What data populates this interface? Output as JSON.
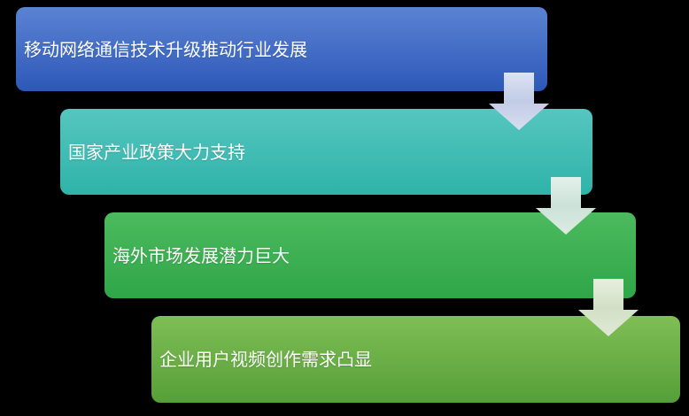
{
  "diagram": {
    "type": "step-down-process",
    "background_color": "#000000",
    "text_color": "#ffffff",
    "steps": [
      {
        "label": "移动网络通信技术升级推动行业发展",
        "color_top": "#5b83d3",
        "color_bottom": "#2d58b8"
      },
      {
        "label": "国家产业政策大力支持",
        "color_top": "#55c6bf",
        "color_bottom": "#2fb3a9"
      },
      {
        "label": "海外市场发展潜力巨大",
        "color_top": "#4cba5e",
        "color_bottom": "#2fa648"
      },
      {
        "label": "企业用户视频创作需求凸显",
        "color_top": "#7fbe55",
        "color_bottom": "#569f38"
      }
    ],
    "arrows": [
      {
        "name": "arrow-step1-to-step2",
        "color_top": "#dde2f4",
        "color_mid": "#c2cce6",
        "color_bottom": "#d8def0"
      },
      {
        "name": "arrow-step2-to-step3",
        "color_top": "#e3f1ea",
        "color_mid": "#cbe2d8",
        "color_bottom": "#dcebe2"
      },
      {
        "name": "arrow-step3-to-step4",
        "color_top": "#e7eedd",
        "color_mid": "#d2e0c6",
        "color_bottom": "#dfe9d4"
      }
    ]
  }
}
